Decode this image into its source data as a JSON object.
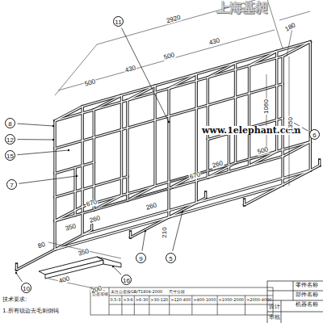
{
  "diagram": {
    "labels": [
      "上海基昶",
      "www.1elephant.com",
      "2920",
      "180",
      "500",
      "430",
      "500",
      "430",
      "1060",
      "1350",
      "500",
      "670",
      "260",
      "670",
      "260",
      "210",
      "350",
      "260",
      "80",
      "350",
      "400",
      "200",
      "11",
      "8",
      "12",
      "15",
      "7",
      "9",
      "5",
      "10",
      "16",
      "6",
      "技术要求:",
      "1.所有锐边去毛刺倒钝",
      "公差等级",
      "未注公差按GB/T1804-2000",
      "尺寸分段",
      "0.5-3",
      ">3-6",
      ">6-30",
      ">30-120",
      ">120-400",
      ">400-1000",
      ">1000-2000",
      ">2000-4000",
      "零件名称",
      "部件名称",
      "机器名称",
      "设计",
      "审核"
    ]
  }
}
